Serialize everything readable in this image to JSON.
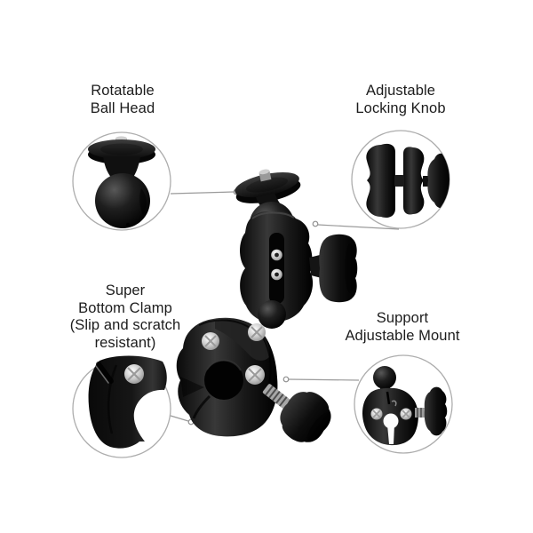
{
  "image": {
    "type": "product-feature-diagram",
    "subject": "ball-head clamp mount"
  },
  "callouts": [
    {
      "id": "ball-head",
      "label": "Rotatable\nBall Head"
    },
    {
      "id": "locking-knob",
      "label": "Adjustable\nLocking Knob"
    },
    {
      "id": "bottom-clamp",
      "label": "Super\nBottom Clamp\n(Slip and scratch\nresistant)"
    },
    {
      "id": "support-mount",
      "label": "Support\nAdjustable Mount"
    }
  ],
  "colors": {
    "background": "#ffffff",
    "text": "#1c1c1c",
    "connector_line": "#9a9a9a",
    "circle_outline": "#adadad",
    "product_black": "#0f0f0f",
    "screw_silver": "#c9c9c9"
  }
}
